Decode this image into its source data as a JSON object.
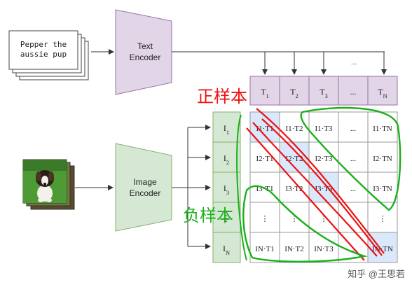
{
  "caption_lines": [
    "Pepper the",
    "aussie pup"
  ],
  "text_encoder": [
    "Text",
    "Encoder"
  ],
  "image_encoder": [
    "Image",
    "Encoder"
  ],
  "top_ellipsis": "...",
  "t_header": [
    {
      "base": "T",
      "sub": "1"
    },
    {
      "base": "T",
      "sub": "2"
    },
    {
      "base": "T",
      "sub": "3"
    },
    {
      "base": "...",
      "sub": ""
    },
    {
      "base": "T",
      "sub": "N"
    }
  ],
  "i_column": [
    {
      "base": "I",
      "sub": "1"
    },
    {
      "base": "I",
      "sub": "2"
    },
    {
      "base": "I",
      "sub": "3"
    },
    {
      "base": "⋮",
      "sub": ""
    },
    {
      "base": "I",
      "sub": "N"
    }
  ],
  "cells": [
    [
      "I1·T1",
      "I1·T2",
      "I1·T3",
      "...",
      "I1·TN"
    ],
    [
      "I2·T1",
      "I2·T2",
      "I2·T3",
      "...",
      "I2·TN"
    ],
    [
      "I3·T1",
      "I3·T2",
      "I3·T3",
      "...",
      "I3·TN"
    ],
    [
      "⋮",
      "⋮",
      "⋮",
      "⋱",
      "⋮"
    ],
    [
      "IN·T1",
      "IN·T2",
      "IN·T3",
      "...",
      "IN·TN"
    ]
  ],
  "label_positive": "正样本",
  "label_negative": "负样本",
  "watermark": "知乎 @王思若",
  "colors": {
    "encoder_text_fill": "#e1d5e7",
    "encoder_text_stroke": "#9673a6",
    "encoder_image_fill": "#d5e8d4",
    "encoder_image_stroke": "#82b366",
    "diagonal_fill": "#dae8fc",
    "annotation_red": "#ee1111",
    "annotation_green": "#1ab01a"
  }
}
